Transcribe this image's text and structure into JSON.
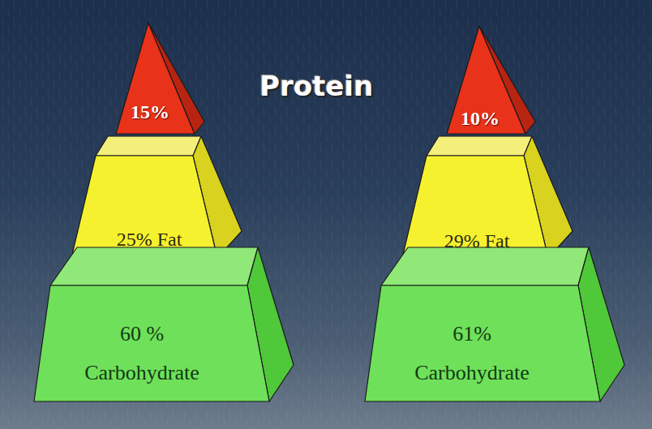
{
  "diagram": {
    "title": "Protein",
    "nodes": [
      {
        "text": [
          "15%"
        ]
      },
      {
        "text": [
          "25% Fat"
        ]
      },
      {
        "text": [
          "60 % Carbohydrate"
        ]
      },
      {
        "text": [
          "10%"
        ]
      },
      {
        "text": [
          "29% Fat"
        ]
      },
      {
        "text": [
          "61% Carbohydrate"
        ]
      }
    ]
  }
}
